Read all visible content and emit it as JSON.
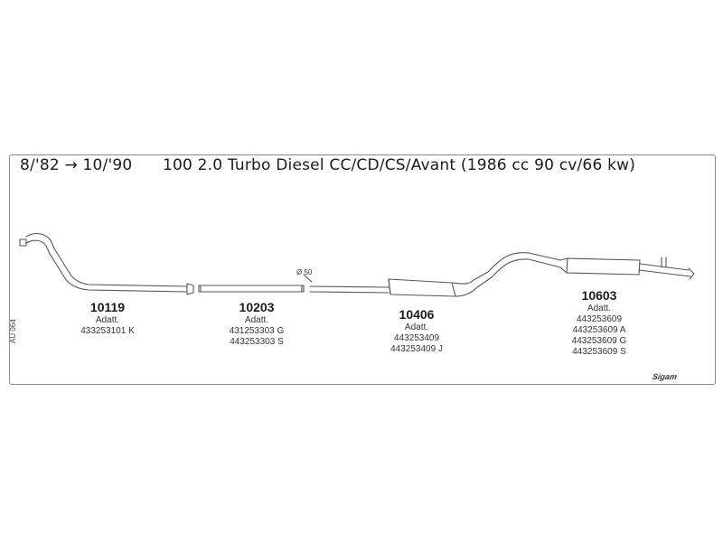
{
  "header": {
    "range": "8/'82 → 10/'90",
    "model": "100 2.0 Turbo Diesel CC/CD/CS/Avant (1986 cc 90 cv/66 kw)"
  },
  "side_code": "AU 064",
  "diameter_label": "Ø 50",
  "logo": "Sigam",
  "parts": [
    {
      "code": "10119",
      "note": "Adatt.",
      "refs": [
        "433253101 K"
      ]
    },
    {
      "code": "10203",
      "note": "Adatt.",
      "refs": [
        "431253303 G",
        "443253303 S"
      ]
    },
    {
      "code": "10406",
      "note": "Adatt.",
      "refs": [
        "443253409",
        "443253409 J"
      ]
    },
    {
      "code": "10603",
      "note": "Adatt.",
      "refs": [
        "443253609",
        "443253609 A",
        "443253609 G",
        "443253609 S"
      ]
    }
  ]
}
